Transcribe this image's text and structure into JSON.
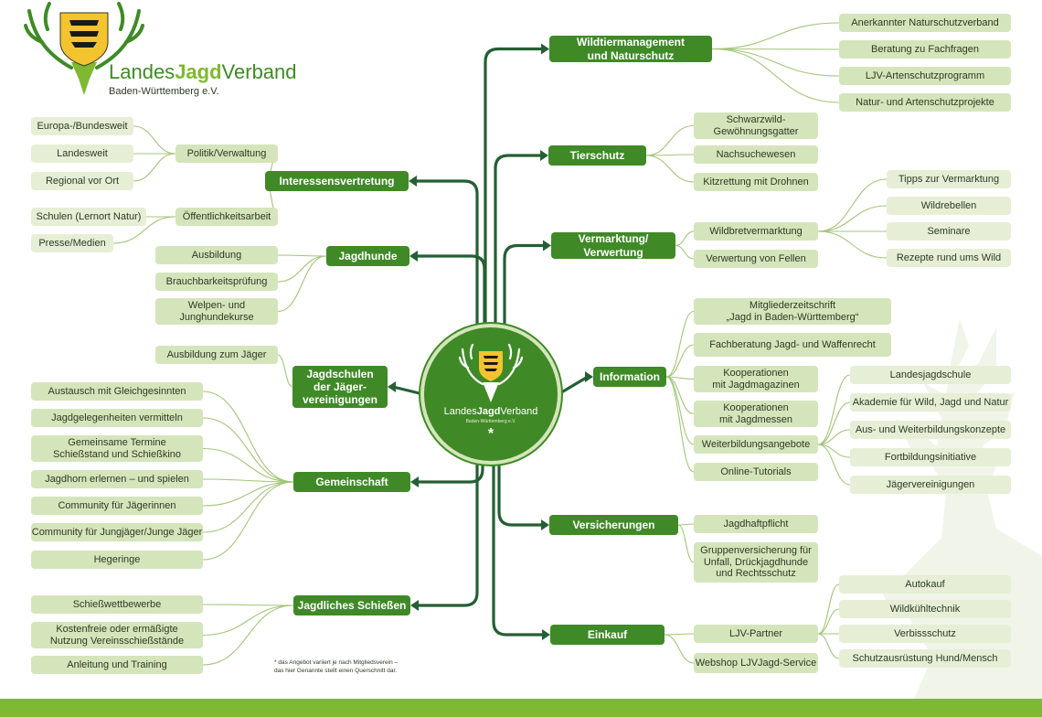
{
  "header": {
    "logo_word_1": "Landes",
    "logo_word_2": "Jagd",
    "logo_word_3": "Verband",
    "logo_subtitle": "Baden-Württemberg e.V."
  },
  "center": {
    "word_1": "Landes",
    "word_2": "Jagd",
    "word_3": "Verband",
    "subtitle": "Baden-Württemberg e.V.",
    "star": "*"
  },
  "footnote": "* das Angebot variiert je nach Mitgliedsverein –\n  das hier Genannte stellt einen Querschnitt dar.",
  "colors": {
    "dark_green": "#3f8a26",
    "light_green": "#d5e5bb",
    "pale_green": "#e6efd6",
    "bar_green": "#7fb832",
    "wire": "#245f33"
  },
  "branches": [
    {
      "id": "wildtier",
      "label": "Wildtiermanagement\nund Naturschutz",
      "side": "right",
      "children": [
        {
          "label": "Anerkannter Naturschutzverband"
        },
        {
          "label": "Beratung zu Fachfragen"
        },
        {
          "label": "LJV-Artenschutzprogramm"
        },
        {
          "label": "Natur- und Artenschutzprojekte"
        }
      ]
    },
    {
      "id": "tierschutz",
      "label": "Tierschutz",
      "side": "right",
      "children": [
        {
          "label": "Schwarzwild-\nGewöhnungsgatter"
        },
        {
          "label": "Nachsuchewesen"
        },
        {
          "label": "Kitzrettung mit Drohnen"
        }
      ]
    },
    {
      "id": "vermarktung",
      "label": "Vermarktung/\nVerwertung",
      "side": "right",
      "children": [
        {
          "label": "Wildbretvermarktung",
          "children": [
            {
              "label": "Tipps zur Vermarktung"
            },
            {
              "label": "Wildrebellen"
            },
            {
              "label": "Seminare"
            },
            {
              "label": "Rezepte rund ums Wild"
            }
          ]
        },
        {
          "label": "Verwertung von Fellen"
        }
      ]
    },
    {
      "id": "information",
      "label": "Information",
      "side": "right",
      "children": [
        {
          "label": "Mitgliederzeitschrift\n„Jagd in Baden-Württemberg“"
        },
        {
          "label": "Fachberatung Jagd- und Waffenrecht"
        },
        {
          "label": "Kooperationen\nmit Jagdmagazinen"
        },
        {
          "label": "Kooperationen\nmit Jagdmessen"
        },
        {
          "label": "Weiterbildungsangebote",
          "children": [
            {
              "label": "Landesjagdschule"
            },
            {
              "label": "Akademie für Wild, Jagd und Natur"
            },
            {
              "label": "Aus- und Weiterbildungskonzepte"
            },
            {
              "label": "Fortbildungsinitiative"
            },
            {
              "label": "Jägervereinigungen"
            }
          ]
        },
        {
          "label": "Online-Tutorials"
        }
      ]
    },
    {
      "id": "versicherungen",
      "label": "Versicherungen",
      "side": "right",
      "children": [
        {
          "label": "Jagdhaftpflicht"
        },
        {
          "label": "Gruppenversicherung für\nUnfall, Drückjagdhunde\nund Rechtsschutz"
        }
      ]
    },
    {
      "id": "einkauf",
      "label": "Einkauf",
      "side": "right",
      "children": [
        {
          "label": "LJV-Partner",
          "children": [
            {
              "label": "Autokauf"
            },
            {
              "label": "Wildkühltechnik"
            },
            {
              "label": "Verbissschutz"
            },
            {
              "label": "Schutzausrüstung Hund/Mensch"
            }
          ]
        },
        {
          "label": "Webshop LJVJagd-Service"
        }
      ]
    },
    {
      "id": "interessen",
      "label": "Interessensvertretung",
      "side": "left",
      "children": [
        {
          "label": "Politik/Verwaltung",
          "children": [
            {
              "label": "Europa-/Bundesweit"
            },
            {
              "label": "Landesweit"
            },
            {
              "label": "Regional vor Ort"
            }
          ]
        },
        {
          "label": "Öffentlichkeitsarbeit",
          "children": [
            {
              "label": "Schulen (Lernort Natur)"
            },
            {
              "label": "Presse/Medien"
            }
          ]
        }
      ]
    },
    {
      "id": "jagdhunde",
      "label": "Jagdhunde",
      "side": "left",
      "children": [
        {
          "label": "Ausbildung"
        },
        {
          "label": "Brauchbarkeitsprüfung"
        },
        {
          "label": "Welpen- und\nJunghundekurse"
        }
      ]
    },
    {
      "id": "jagdschulen",
      "label": "Jagdschulen\nder Jäger-\nvereinigungen",
      "side": "left",
      "children": [
        {
          "label": "Ausbildung zum Jäger"
        }
      ]
    },
    {
      "id": "gemeinschaft",
      "label": "Gemeinschaft",
      "side": "left",
      "children": [
        {
          "label": "Austausch mit Gleichgesinnten"
        },
        {
          "label": "Jagdgelegenheiten vermitteln"
        },
        {
          "label": "Gemeinsame Termine\nSchießstand und Schießkino"
        },
        {
          "label": "Jagdhorn erlernen – und spielen"
        },
        {
          "label": "Community für Jägerinnen"
        },
        {
          "label": "Community für Jungjäger/Junge Jäger"
        },
        {
          "label": "Hegeringe"
        }
      ]
    },
    {
      "id": "schiessen",
      "label": "Jagdliches Schießen",
      "side": "left",
      "children": [
        {
          "label": "Schießwettbewerbe"
        },
        {
          "label": "Kostenfreie oder ermäßigte\nNutzung Vereinsschießstände"
        },
        {
          "label": "Anleitung und Training"
        }
      ]
    }
  ]
}
